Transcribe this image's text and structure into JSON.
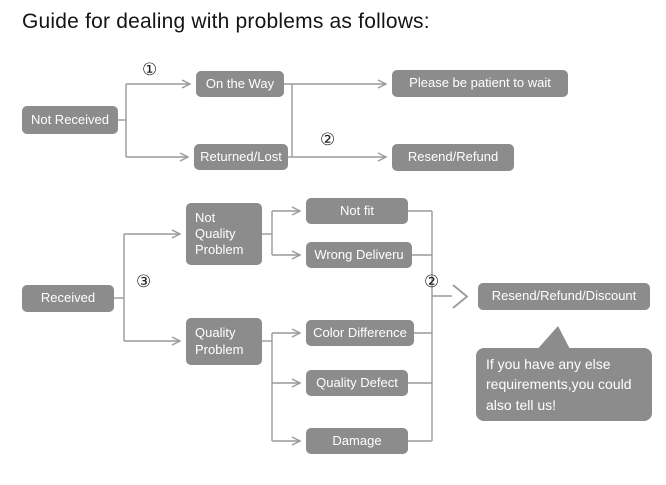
{
  "title": "Guide for dealing with problems as follows:",
  "markers": {
    "one": "①",
    "two_top": "②",
    "three": "③",
    "two_bottom": "②"
  },
  "flow_not_received": {
    "root": "Not Received",
    "on_the_way": "On the Way",
    "returned_lost": "Returned/Lost",
    "be_patient": "Please be patient to wait",
    "resend_refund": "Resend/Refund"
  },
  "flow_received": {
    "root": "Received",
    "not_quality_problem": "Not Quality Problem",
    "quality_problem": "Quality Problem",
    "not_fit": "Not fit",
    "wrong_delivery": "Wrong Deliveru",
    "color_difference": "Color Difference",
    "quality_defect": "Quality Defect",
    "damage": "Damage",
    "resend_refund_discount": "Resend/Refund/Discount"
  },
  "note_bubble": "If you have any else requirements,you could also tell us!",
  "colors": {
    "node_fill": "#8c8c8c",
    "node_text": "#ffffff",
    "connector": "#9a9a9a",
    "title_text": "#141414"
  }
}
